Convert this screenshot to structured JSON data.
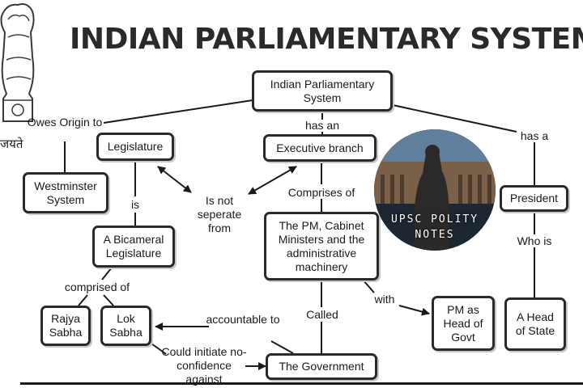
{
  "title": "INDIAN PARLIAMENTARY SYSTEM",
  "emblem": {
    "icon": "ashoka-emblem-icon",
    "motto_fragment": "जयते"
  },
  "badge": {
    "text": "UPSC POLITY NOTES",
    "icon": "parliament-statue-photo"
  },
  "colors": {
    "node_border": "#2a2a2a",
    "text": "#1a1a1a",
    "badge_bg": "#1e2a36",
    "shadow": "#c8c8c8"
  },
  "nodes": {
    "root": "Indian Parliamentary System",
    "legislature": "Legislature",
    "executive": "Executive branch",
    "westminster": "Westminster System",
    "bicameral": "A Bicameral Legislature",
    "pm_cabinet": "The PM, Cabinet Ministers and the administrative machinery",
    "president": "President",
    "rajya_sabha": "Rajya Sabha",
    "lok_sabha": "Lok Sabha",
    "pm_head": "PM as Head of Govt",
    "head_state": "A Head of State",
    "government": "The Government"
  },
  "links": {
    "owes_origin": "Owes Origin to",
    "has_an": "has an",
    "has_a": "has a",
    "is": "is",
    "not_separate": "Is not seperate from",
    "comprises_of": "Comprises of",
    "who_is": "Who is",
    "comprised_of": "comprised of",
    "with": "with",
    "accountable_to": "accountable to",
    "called": "Called",
    "no_confidence": "Could initiate no-confidence against"
  }
}
